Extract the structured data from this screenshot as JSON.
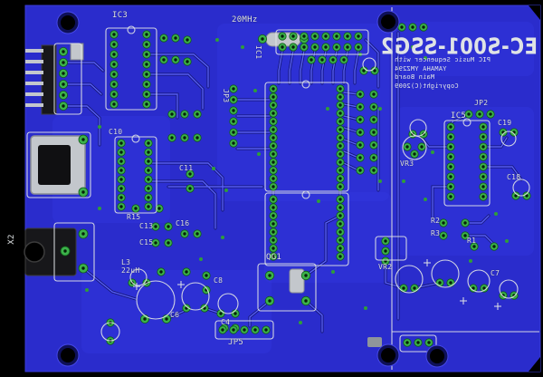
{
  "meta": {
    "board_name": "EC-S001-SSG2"
  },
  "colors": {
    "bg": "#000000",
    "board": "#2a2ccc",
    "pour": "#3339e2",
    "trace": "#565df8",
    "trace_shadow": "#101263",
    "pad": "#3cb24a",
    "pad_hole": "#062108",
    "silk": "#dfe3e5",
    "metal": "#c3c7cc",
    "dark": "#17171a"
  },
  "title_block": {
    "title": "EC-S001-SSG2",
    "subtitle_lines": [
      "PIC Music Sequencer with",
      "YAMAHA YMZ294",
      "Main Board",
      "Copyright(C)2009"
    ],
    "mirrored": true
  },
  "labels": {
    "ic3": "IC3",
    "xtal": "20MHz",
    "ic1": "IC1",
    "jp3": "JP3",
    "c10": "C10",
    "c11": "C11",
    "r15": "R15",
    "c13": "C13",
    "c15": "C15",
    "c16": "C16",
    "c8": "C8",
    "l3": "L3",
    "l3_value": "22uH",
    "c6": "C6",
    "c4": "C4",
    "qg1": "QG1",
    "jp5": "JP5",
    "x2": "X2",
    "jp2": "JP2",
    "ic5": "IC5",
    "c19": "C19",
    "c18": "C18",
    "vr3": "VR3",
    "vr2": "VR2",
    "r1": "R1",
    "r2": "R2",
    "r3": "R3",
    "c7": "C7"
  }
}
